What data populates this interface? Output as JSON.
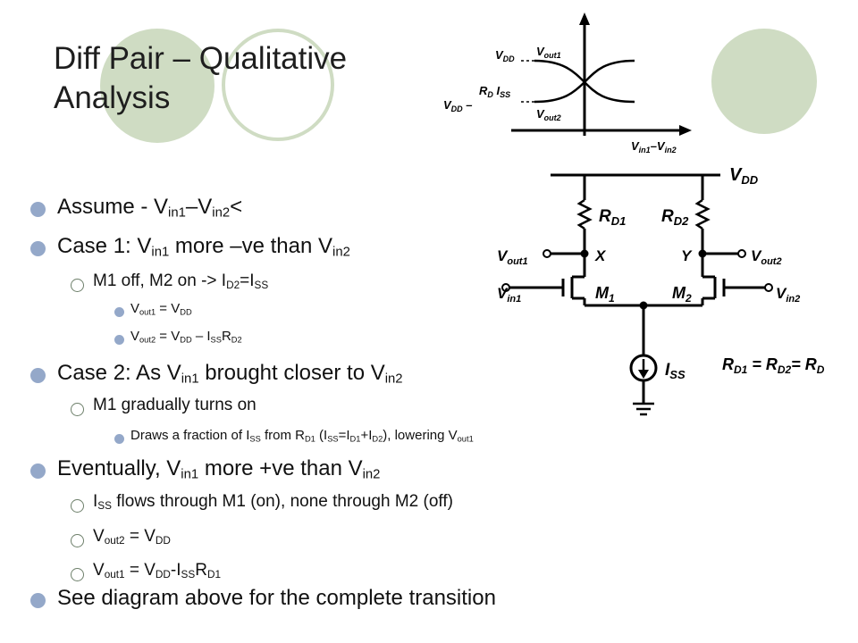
{
  "slide": {
    "title_line1": "Diff Pair – Qualitative",
    "title_line2": "Analysis"
  },
  "graph": {
    "vdd": "V",
    "vdd_sub": "DD",
    "vout1": "V",
    "vout1_sub": "out1",
    "vout2": "V",
    "vout2_sub": "out2",
    "vdd_low": "V",
    "vdd_low_sub": "DD",
    "vdd_low_suffix": " –",
    "rd": "R",
    "rd_sub": "D",
    "iss": " I",
    "iss_sub": "SS",
    "xaxis_a": "V",
    "xaxis_a_sub": "in1",
    "xaxis_b": "–V",
    "xaxis_b_sub": "in2"
  },
  "circuit": {
    "vdd": "V",
    "vdd_sub": "DD",
    "rd1": "R",
    "rd1_sub": "D1",
    "rd2": "R",
    "rd2_sub": "D2",
    "vout1": "V",
    "vout1_sub": "out1",
    "vout2": "V",
    "vout2_sub": "out2",
    "x": "X",
    "y": "Y",
    "vin1": "V",
    "vin1_sub": "in1",
    "vin2": "V",
    "vin2_sub": "in2",
    "m1": "M",
    "m1_sub": "1",
    "m2": "M",
    "m2_sub": "2",
    "iss": "I",
    "iss_sub": "SS",
    "eq": "R",
    "eq_sub1": "D1",
    "eq_mid": " = R",
    "eq_sub2": "D2",
    "eq_end": "= R",
    "eq_sub3": "D"
  },
  "bullets": [
    {
      "level": 1,
      "parts": [
        "Assume -",
        "",
        " V",
        "in1",
        "–V",
        "in2",
        "<",
        ""
      ]
    },
    {
      "level": 1,
      "parts": [
        "Case 1: V",
        "in1",
        " more –ve  than V",
        "in2"
      ]
    },
    {
      "level": 2,
      "parts": [
        "M1 off, M2 on -> I",
        "D2",
        "=I",
        "SS"
      ]
    },
    {
      "level": 3,
      "parts": [
        "V",
        "out1",
        " = V",
        "DD"
      ]
    },
    {
      "level": 3,
      "parts": [
        "V",
        "out2",
        " = V",
        "DD",
        " – I",
        "SS",
        "R",
        "D2"
      ]
    },
    {
      "level": 1,
      "parts": [
        "Case 2: As V",
        "in1",
        " brought closer to V",
        "in2"
      ]
    },
    {
      "level": 2,
      "parts": [
        "M1 gradually turns on"
      ]
    },
    {
      "level": 3,
      "parts": [
        "Draws a fraction of I",
        "SS",
        " from R",
        "D1",
        " (I",
        "SS",
        "=I",
        "D1",
        "+I",
        "D2",
        "), lowering V",
        "out1"
      ]
    },
    {
      "level": 1,
      "parts": [
        "Eventually,  V",
        "in1",
        " more +ve than V",
        "in2"
      ]
    },
    {
      "level": 2,
      "parts": [
        "I",
        "SS",
        " flows through M1 (on), none through M2 (off)"
      ]
    },
    {
      "level": 2,
      "parts": [
        "V",
        "out2",
        " = V",
        "DD"
      ]
    },
    {
      "level": 2,
      "parts": [
        "V",
        "out1",
        " = V",
        "DD",
        "-I",
        "SS",
        "R",
        "D1"
      ]
    },
    {
      "level": 1,
      "parts": [
        "See diagram above for the complete transition"
      ]
    }
  ]
}
